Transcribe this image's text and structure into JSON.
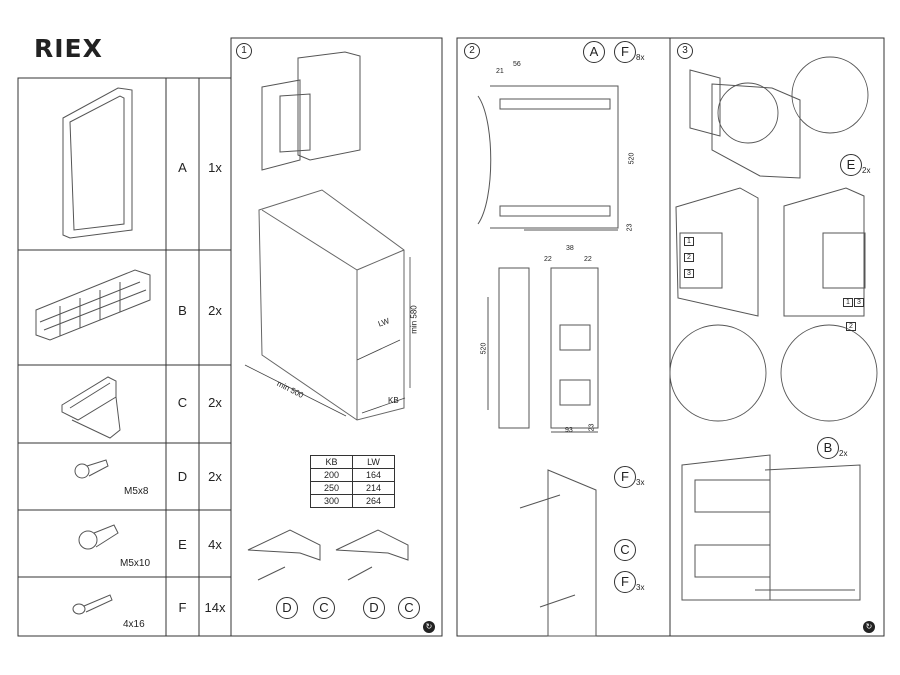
{
  "brand": "RIEX",
  "parts": [
    {
      "letter": "A",
      "qty": "1x",
      "caption": ""
    },
    {
      "letter": "B",
      "qty": "2x",
      "caption": ""
    },
    {
      "letter": "C",
      "qty": "2x",
      "caption": ""
    },
    {
      "letter": "D",
      "qty": "2x",
      "caption": "M5x8"
    },
    {
      "letter": "E",
      "qty": "4x",
      "caption": "M5x10"
    },
    {
      "letter": "F",
      "qty": "14x",
      "caption": "4x16"
    }
  ],
  "step1": {
    "number": "1",
    "dims": {
      "min500": "min 500",
      "min580": "min 580",
      "lw": "LW",
      "kb": "KB"
    },
    "table": {
      "headers": [
        "KB",
        "LW"
      ],
      "rows": [
        [
          "200",
          "164"
        ],
        [
          "250",
          "214"
        ],
        [
          "300",
          "264"
        ]
      ]
    },
    "callouts": [
      "D",
      "C",
      "D",
      "C"
    ]
  },
  "step2": {
    "number": "2",
    "dims": {
      "d21": "21",
      "d56": "56",
      "d520a": "520",
      "d23a": "23",
      "d38": "38",
      "d22a": "22",
      "d22b": "22",
      "d520b": "520",
      "d93": "93",
      "d23b": "23"
    },
    "callouts": {
      "A": "A",
      "F": "F",
      "F_qty": "8x",
      "F2": "F",
      "F2_qty": "3x",
      "C": "C",
      "F3": "F",
      "F3_qty": "3x"
    }
  },
  "step3": {
    "number": "3",
    "callouts": {
      "E": "E",
      "E_qty": "2x",
      "B": "B",
      "B_qty": "2x"
    },
    "small": [
      "1",
      "2",
      "3",
      "1",
      "3",
      "2"
    ]
  }
}
